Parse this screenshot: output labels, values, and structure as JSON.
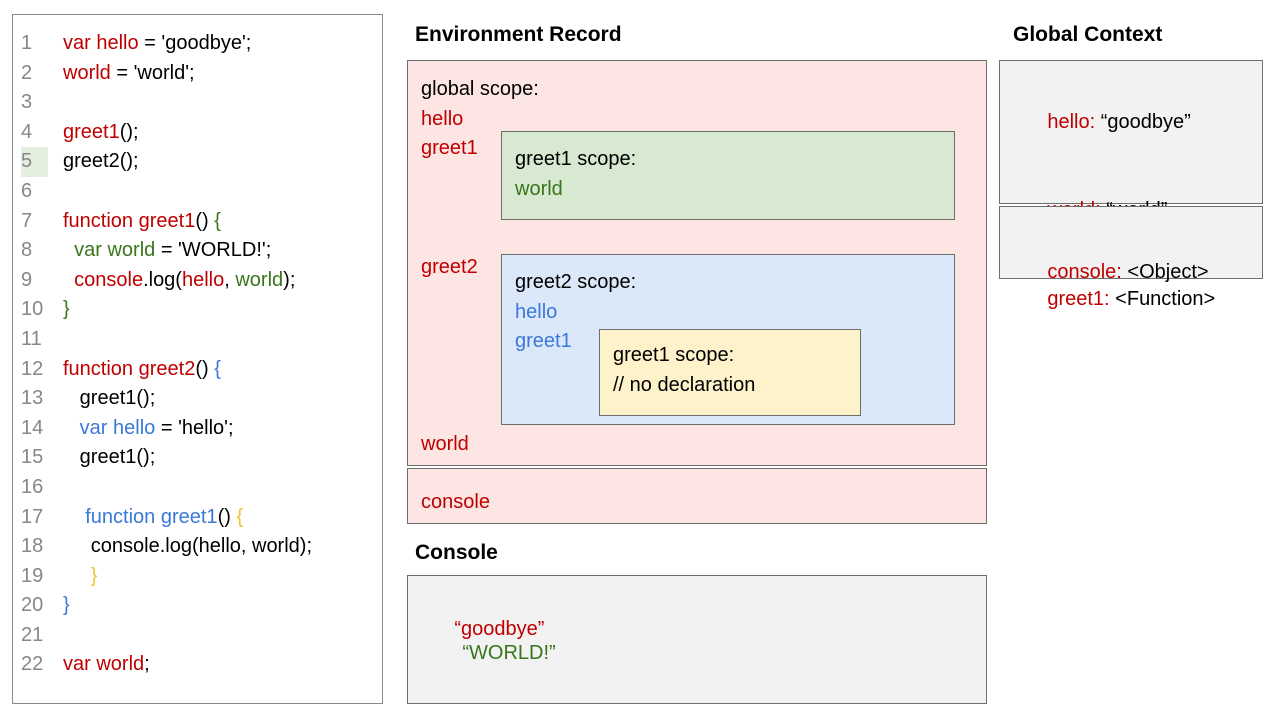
{
  "code_panel": {
    "highlighted_line": 5,
    "lines": [
      {
        "n": "1",
        "seg": [
          [
            "r",
            "var hello"
          ],
          [
            "k",
            " = 'goodbye';"
          ]
        ]
      },
      {
        "n": "2",
        "seg": [
          [
            "r",
            "world"
          ],
          [
            "k",
            " = 'world';"
          ]
        ]
      },
      {
        "n": "3",
        "seg": []
      },
      {
        "n": "4",
        "seg": [
          [
            "r",
            "greet1"
          ],
          [
            "k",
            "();"
          ]
        ]
      },
      {
        "n": "5",
        "seg": [
          [
            "k",
            "greet2();"
          ]
        ]
      },
      {
        "n": "6",
        "seg": []
      },
      {
        "n": "7",
        "seg": [
          [
            "r",
            "function greet1"
          ],
          [
            "k",
            "() "
          ],
          [
            "g",
            "{"
          ]
        ]
      },
      {
        "n": "8",
        "seg": [
          [
            "k",
            "  "
          ],
          [
            "g",
            "var world"
          ],
          [
            "k",
            " = 'WORLD!';"
          ]
        ]
      },
      {
        "n": "9",
        "seg": [
          [
            "k",
            "  "
          ],
          [
            "r",
            "console"
          ],
          [
            "k",
            ".log("
          ],
          [
            "r",
            "hello"
          ],
          [
            "k",
            ", "
          ],
          [
            "g",
            "world"
          ],
          [
            "k",
            ");"
          ]
        ]
      },
      {
        "n": "10",
        "seg": [
          [
            "g",
            "}"
          ]
        ]
      },
      {
        "n": "11",
        "seg": []
      },
      {
        "n": "12",
        "seg": [
          [
            "r",
            "function greet2"
          ],
          [
            "k",
            "() "
          ],
          [
            "b",
            "{"
          ]
        ]
      },
      {
        "n": "13",
        "seg": [
          [
            "k",
            "   greet1();"
          ]
        ]
      },
      {
        "n": "14",
        "seg": [
          [
            "k",
            "   "
          ],
          [
            "b",
            "var hello"
          ],
          [
            "k",
            " = 'hello';"
          ]
        ]
      },
      {
        "n": "15",
        "seg": [
          [
            "k",
            "   greet1();"
          ]
        ]
      },
      {
        "n": "16",
        "seg": []
      },
      {
        "n": "17",
        "seg": [
          [
            "k",
            "    "
          ],
          [
            "b",
            "function greet1"
          ],
          [
            "k",
            "() "
          ],
          [
            "y",
            "{"
          ]
        ]
      },
      {
        "n": "18",
        "seg": [
          [
            "k",
            "     console.log(hello, world);"
          ]
        ]
      },
      {
        "n": "19",
        "seg": [
          [
            "k",
            "     "
          ],
          [
            "y",
            "}"
          ]
        ]
      },
      {
        "n": "20",
        "seg": [
          [
            "b",
            "}"
          ]
        ]
      },
      {
        "n": "21",
        "seg": []
      },
      {
        "n": "22",
        "seg": [
          [
            "r",
            "var world"
          ],
          [
            "k",
            ";"
          ]
        ]
      }
    ]
  },
  "environment_record": {
    "title": "Environment Record",
    "global_scope": {
      "label": "global scope:",
      "var_hello": "hello",
      "var_greet1": "greet1",
      "var_greet2": "greet2",
      "var_world": "world"
    },
    "greet1_scope": {
      "label": "greet1 scope:",
      "var_world": "world"
    },
    "greet2_scope": {
      "label": "greet2 scope:",
      "var_hello": "hello",
      "var_greet1": "greet1"
    },
    "greet1_inner_scope": {
      "label": "greet1 scope:",
      "comment": "// no declaration"
    },
    "console_record": {
      "var_console": "console"
    }
  },
  "console_panel": {
    "title": "Console",
    "output": [
      {
        "text": "“goodbye”",
        "color": "red"
      },
      {
        "text": "“WORLD!”",
        "color": "green"
      }
    ]
  },
  "global_context": {
    "title": "Global Context",
    "box1": [
      {
        "name": "hello:",
        "value": " “goodbye”"
      },
      {
        "name": "world:",
        "value": " “world”"
      },
      {
        "name": "greet1:",
        "value": " <Function>"
      }
    ],
    "box2": [
      {
        "name": "console:",
        "value": " <Object>"
      }
    ]
  },
  "colors": {
    "keyword_red": "#c00000",
    "scope_green_text": "#38761d",
    "scope_blue_text": "#3c78d8",
    "scope_yellow_text": "#f1c232",
    "global_scope_fill": "#fce5e3",
    "greet1_scope_fill": "#d7e9d1",
    "greet2_scope_fill": "#dae8fa",
    "inner_scope_fill": "#fef2cb",
    "context_box_fill": "#f2f2f2",
    "line_highlight": "#e5efdf",
    "gutter_gray": "#878787"
  }
}
